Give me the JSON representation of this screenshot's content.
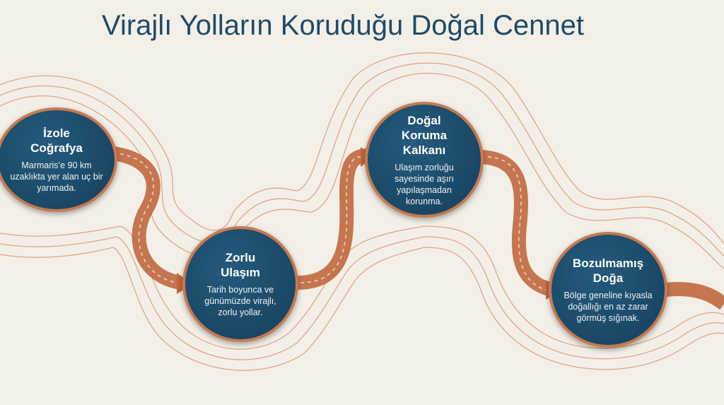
{
  "title": "Virajlı Yolların Koruduğu Doğal Cennet",
  "colors": {
    "navy": "#1d4e6e",
    "copper": "#c47a52",
    "background": "#f3efe6",
    "title": "#1e4a68"
  },
  "steps": [
    {
      "heading": "İzole Coğrafya",
      "text": "Marmaris’e 90 km uzaklıkta yer alan uç bir yarımada."
    },
    {
      "heading": "Zorlu Ulaşım",
      "text": "Tarih boyunca ve günümüzde virajlı, zorlu yollar."
    },
    {
      "heading": "Doğal Koruma Kalkanı",
      "text": "Ulaşım zorluğu sayesinde aşırı yapılaşmadan korunma."
    },
    {
      "heading": "Bozulmamış Doğa",
      "text": "Bölge geneline kıyasla doğallığı en az zarar görmüş sığınak."
    }
  ]
}
